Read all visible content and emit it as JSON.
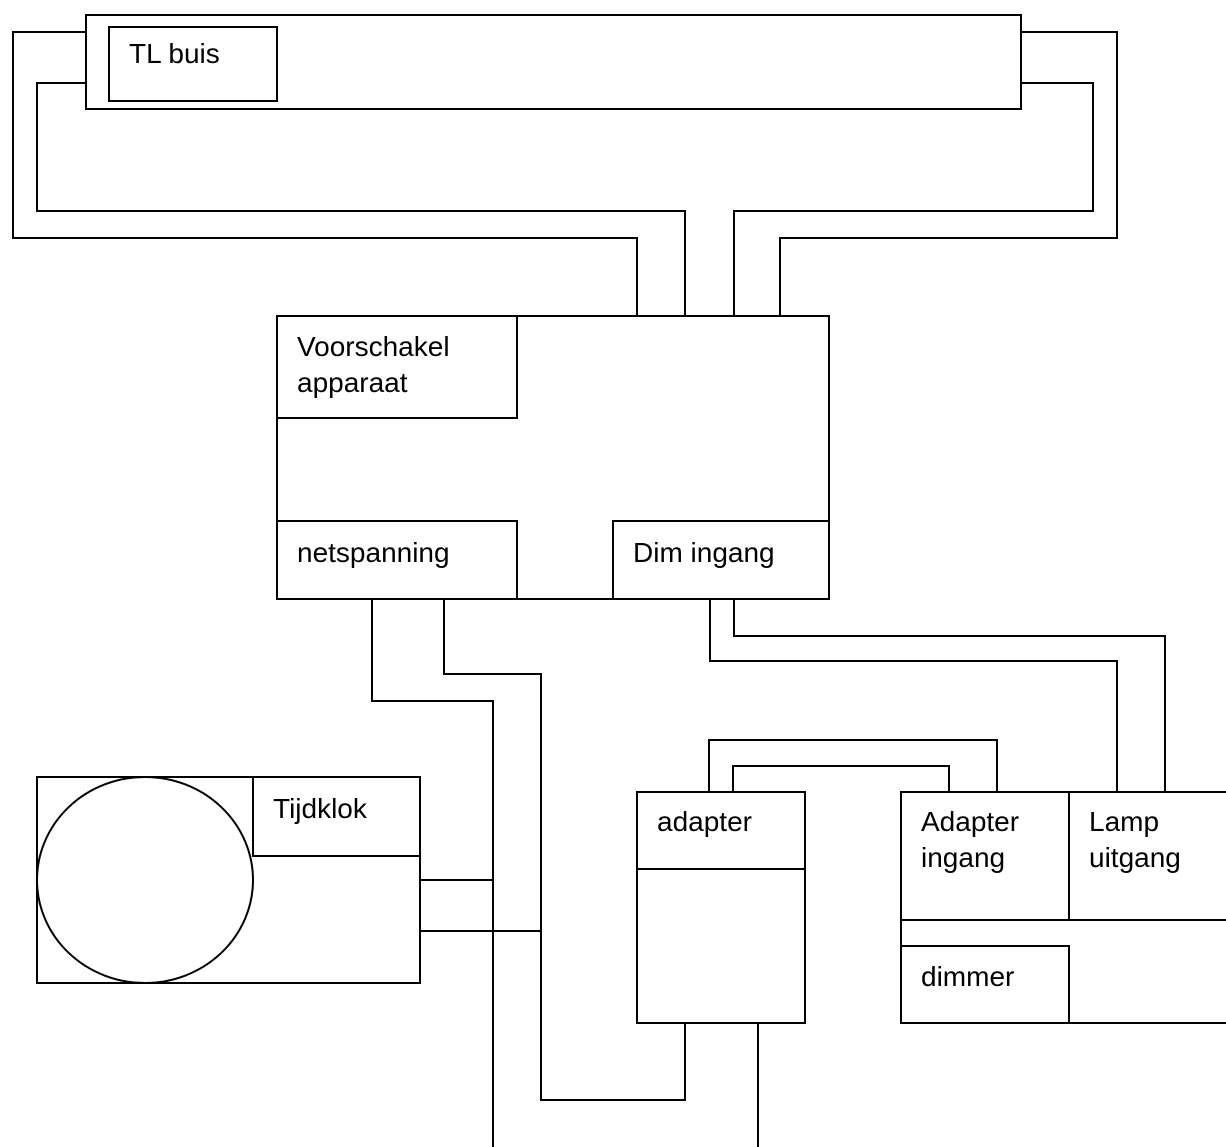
{
  "diagram": {
    "tl_tube": {
      "label": "TL buis"
    },
    "ballast": {
      "label_line1": "Voorschakel",
      "label_line2": "apparaat",
      "mains_label": "netspanning",
      "dim_input_label": "Dim ingang"
    },
    "timer": {
      "label": "Tijdklok"
    },
    "adapter": {
      "label": "adapter"
    },
    "dimmer_unit": {
      "adapter_input_line1": "Adapter",
      "adapter_input_line2": "ingang",
      "lamp_output_line1": "Lamp",
      "lamp_output_line2": "uitgang",
      "dimmer_label": "dimmer"
    },
    "colors": {
      "line": "#000000",
      "background": "#ffffff"
    }
  }
}
